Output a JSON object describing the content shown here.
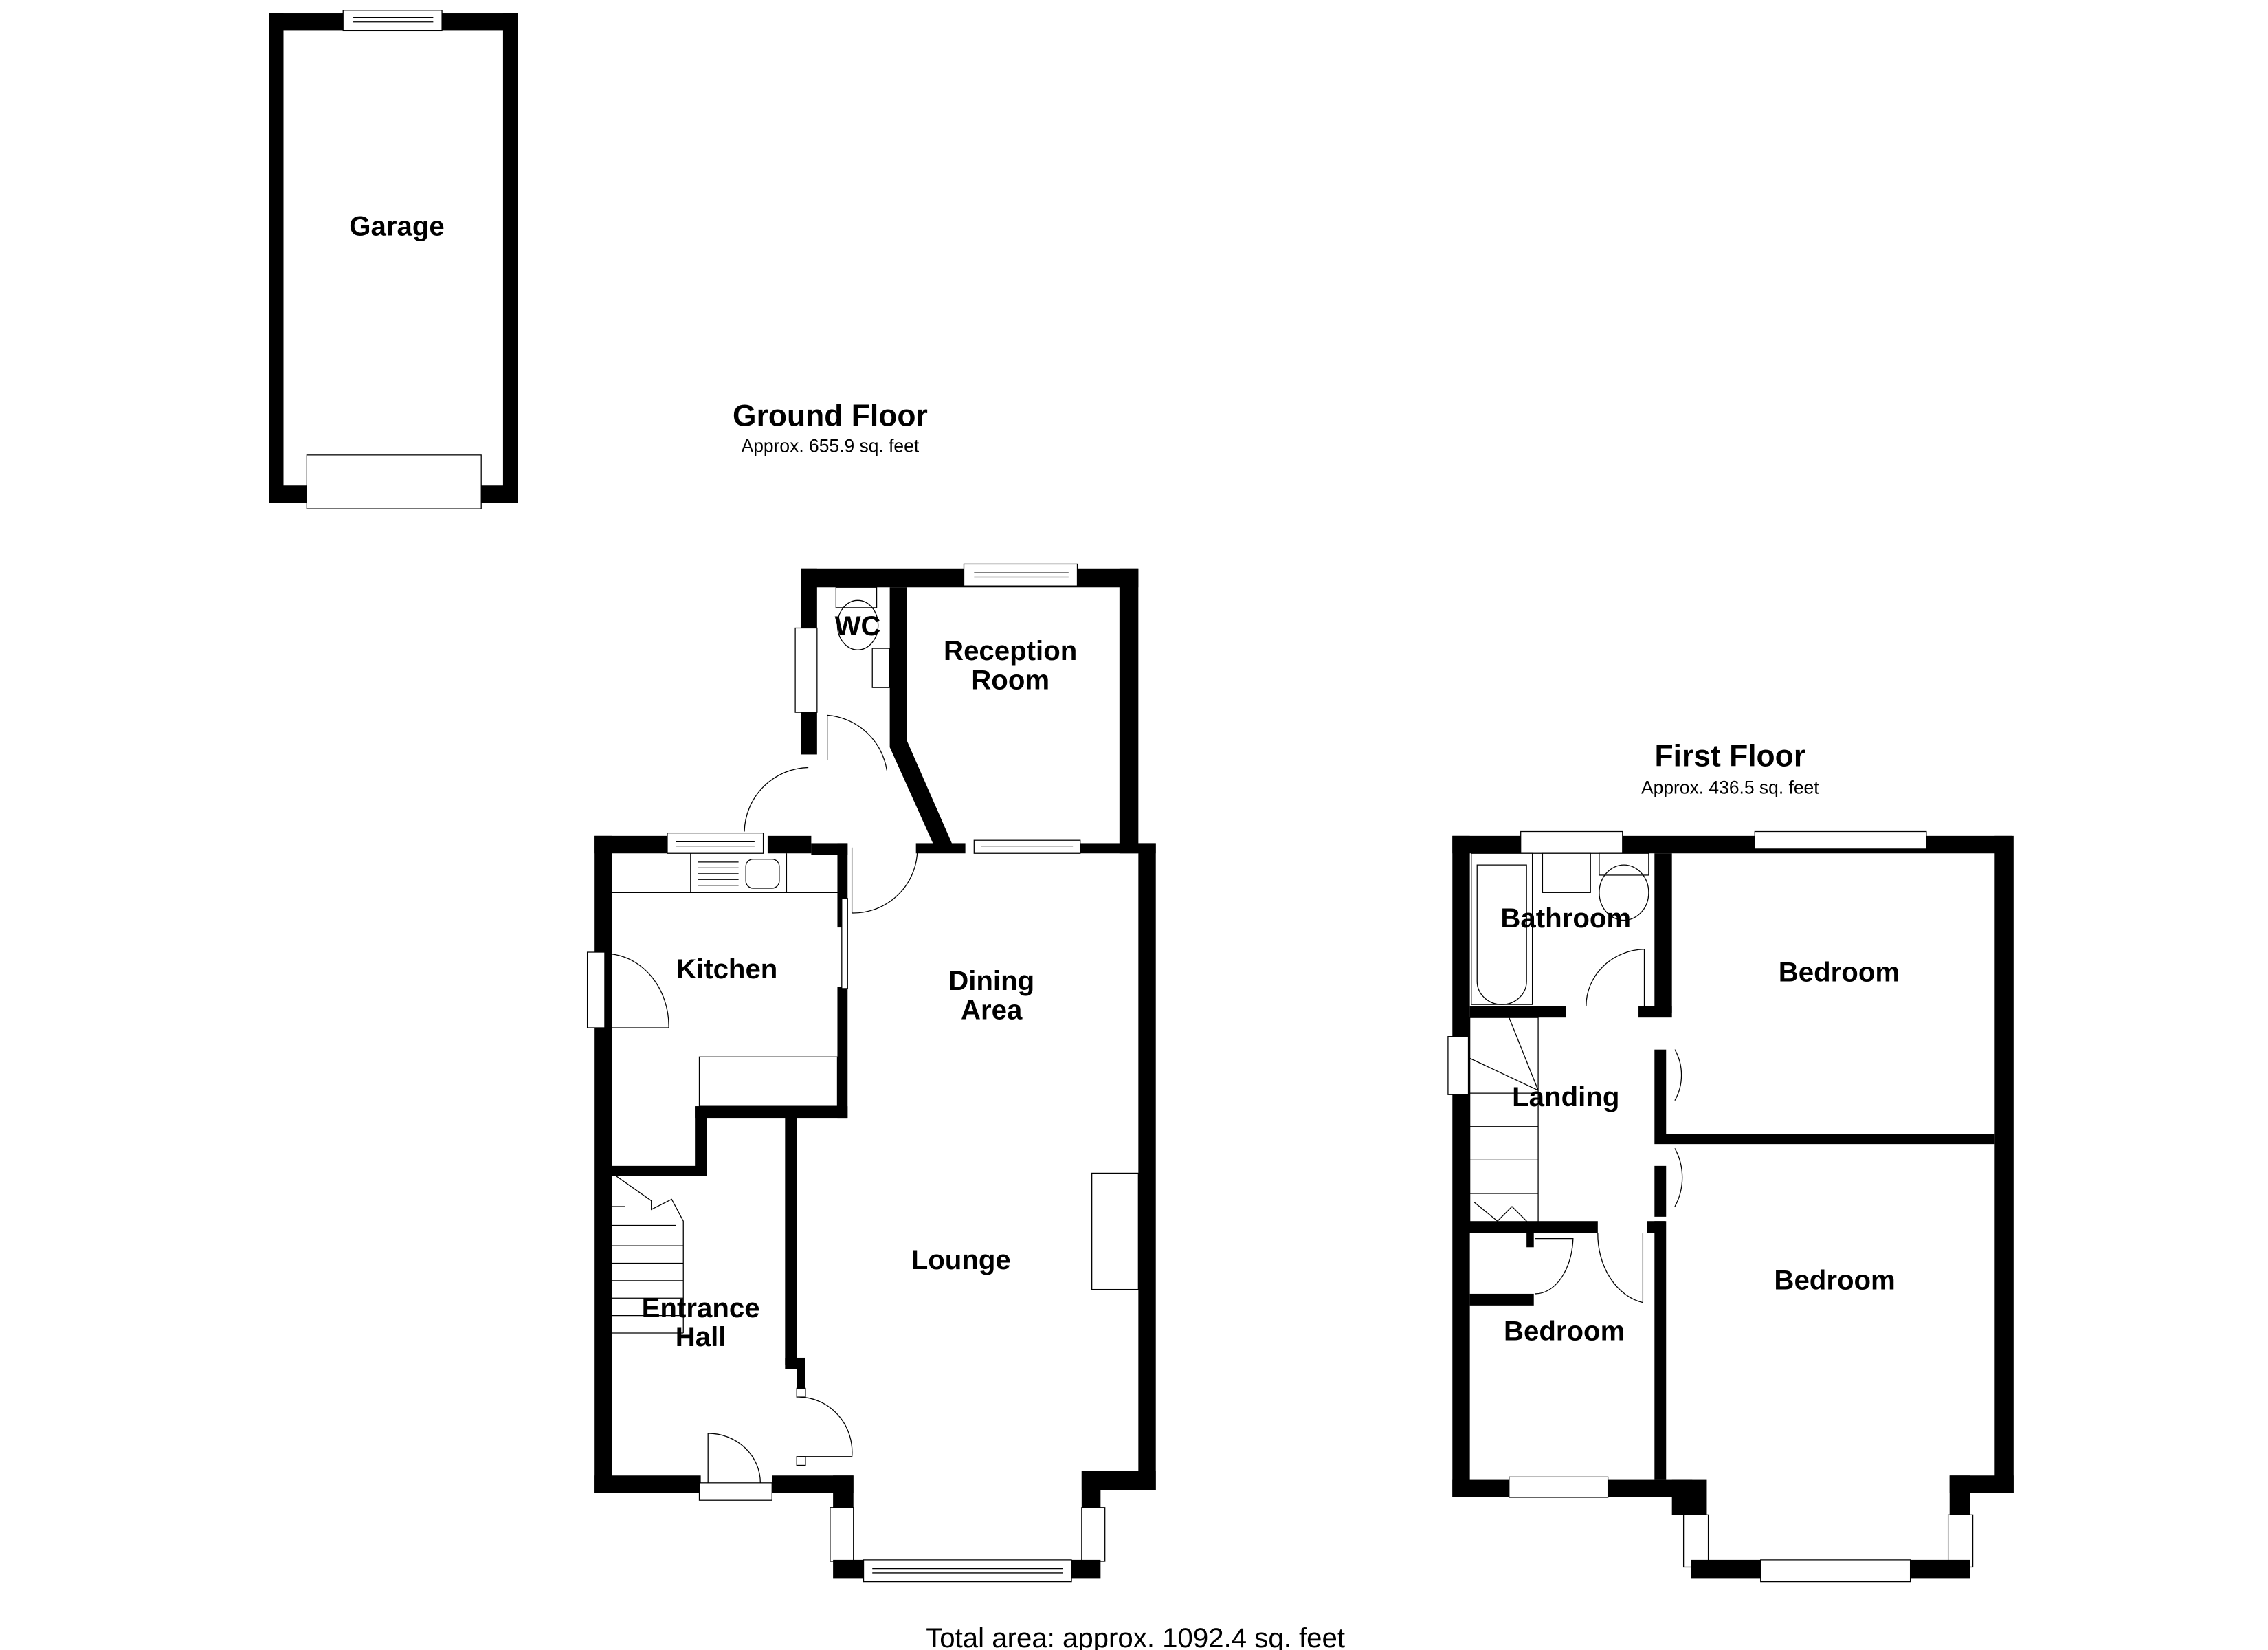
{
  "ground_floor": {
    "title": "Ground Floor",
    "area": "Approx. 655.9 sq. feet",
    "rooms": {
      "garage": "Garage",
      "wc": "WC",
      "reception_line1": "Reception",
      "reception_line2": "Room",
      "kitchen": "Kitchen",
      "dining_line1": "Dining",
      "dining_line2": "Area",
      "lounge": "Lounge",
      "entrance_line1": "Entrance",
      "entrance_line2": "Hall"
    }
  },
  "first_floor": {
    "title": "First Floor",
    "area": "Approx. 436.5 sq. feet",
    "rooms": {
      "bathroom": "Bathroom",
      "landing": "Landing",
      "bedroom_rear_right": "Bedroom",
      "bedroom_front_right": "Bedroom",
      "bedroom_front_left": "Bedroom"
    }
  },
  "total_area": "Total area: approx. 1092.4 sq. feet",
  "colors": {
    "wall": "#000000",
    "background": "#ffffff"
  }
}
